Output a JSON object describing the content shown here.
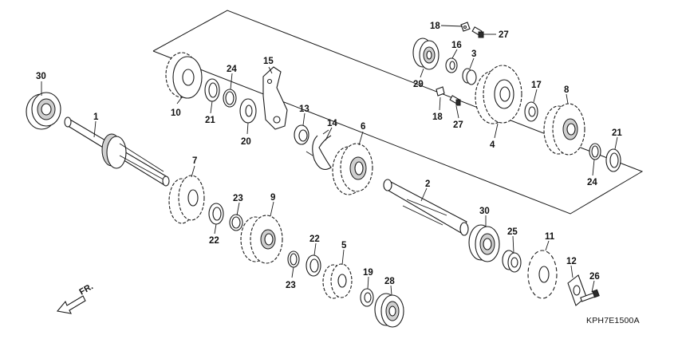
{
  "diagram": {
    "code": "KPH7E1500A",
    "direction_label": "FR.",
    "callouts": {
      "c1": "1",
      "c2": "2",
      "c3": "3",
      "c4": "4",
      "c5": "5",
      "c6": "6",
      "c7": "7",
      "c8": "8",
      "c9": "9",
      "c10": "10",
      "c11": "11",
      "c12": "12",
      "c13": "13",
      "c14": "14",
      "c15": "15",
      "c16": "16",
      "c17": "17",
      "c18a": "18",
      "c18b": "18",
      "c19": "19",
      "c20": "20",
      "c21a": "21",
      "c21b": "21",
      "c22a": "22",
      "c22b": "22",
      "c23a": "23",
      "c23b": "23",
      "c24a": "24",
      "c24b": "24",
      "c25": "25",
      "c26": "26",
      "c27a": "27",
      "c27b": "27",
      "c28": "28",
      "c29": "29",
      "c30a": "30",
      "c30b": "30"
    }
  }
}
